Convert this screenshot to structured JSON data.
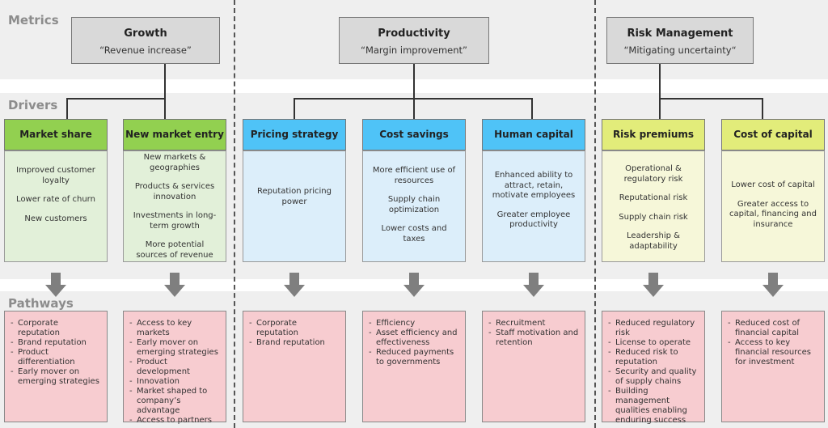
{
  "sections": {
    "metrics": "Metrics",
    "drivers": "Drivers",
    "pathways": "Pathways"
  },
  "metrics": [
    {
      "title": "Growth",
      "subtitle": "“Revenue increase”"
    },
    {
      "title": "Productivity",
      "subtitle": "“Margin improvement”"
    },
    {
      "title": "Risk Management",
      "subtitle": "“Mitigating uncertainty“"
    }
  ],
  "drivers": [
    {
      "title": "Market share",
      "color": "#92d050",
      "items": [
        "Improved customer loyalty",
        "Lower rate of churn",
        "New customers"
      ]
    },
    {
      "title": "New market entry",
      "color": "#92d050",
      "items": [
        "New markets & geographies",
        "Products & services innovation",
        "Investments in long-term growth",
        "More potential sources of revenue"
      ]
    },
    {
      "title": "Pricing strategy",
      "color": "#4fc3f7",
      "items": [
        "Reputation pricing power"
      ]
    },
    {
      "title": "Cost savings",
      "color": "#4fc3f7",
      "items": [
        "More efficient use of resources",
        "Supply chain optimization",
        "Lower costs and taxes"
      ]
    },
    {
      "title": "Human capital",
      "color": "#4fc3f7",
      "items": [
        "Enhanced ability to attract, retain, motivate employees",
        "Greater employee productivity"
      ]
    },
    {
      "title": "Risk premiums",
      "color": "#e2ec7a",
      "items": [
        "Operational & regulatory risk",
        "Reputational risk",
        "Supply chain risk",
        "Leadership & adaptability"
      ]
    },
    {
      "title": "Cost of capital",
      "color": "#e2ec7a",
      "items": [
        "Lower cost of capital",
        "Greater access to capital, financing and insurance"
      ]
    }
  ],
  "pathways": [
    [
      "Corporate reputation",
      "Brand reputation",
      "Product differentiation",
      "Early mover on emerging strategies"
    ],
    [
      "Access to key markets",
      "Early mover on emerging strategies",
      "Product development",
      "Innovation",
      "Market shaped to company’s advantage",
      "Access to partners"
    ],
    [
      "Corporate reputation",
      "Brand reputation"
    ],
    [
      "Efficiency",
      "Asset efficiency and effectiveness",
      "Reduced payments to governments"
    ],
    [
      "Recruitment",
      "Staff motivation and retention"
    ],
    [
      "Reduced regulatory risk",
      "License to operate",
      "Reduced risk to reputation",
      "Security and quality of supply chains",
      "Building management qualities enabling enduring success"
    ],
    [
      "Reduced cost of financial capital",
      "Access to key financial resources for investment"
    ]
  ]
}
